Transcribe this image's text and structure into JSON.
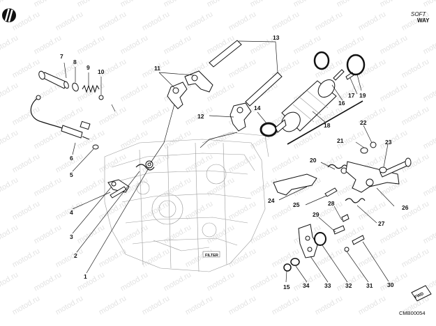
{
  "watermark_text": "motod.ru",
  "brand": {
    "line1": "SOFT",
    "line2": "WAY"
  },
  "diagram_code": "CMB00054",
  "engine_label": "FILTER",
  "fwd_label": "FWD",
  "callouts": [
    {
      "id": "c1",
      "text": "1"
    },
    {
      "id": "c2",
      "text": "2"
    },
    {
      "id": "c3",
      "text": "3"
    },
    {
      "id": "c4",
      "text": "4"
    },
    {
      "id": "c5",
      "text": "5"
    },
    {
      "id": "c6",
      "text": "6"
    },
    {
      "id": "c7",
      "text": "7"
    },
    {
      "id": "c8",
      "text": "8"
    },
    {
      "id": "c9",
      "text": "9"
    },
    {
      "id": "c10",
      "text": "10"
    },
    {
      "id": "c11",
      "text": "11"
    },
    {
      "id": "c12",
      "text": "12"
    },
    {
      "id": "c13",
      "text": "13"
    },
    {
      "id": "c14",
      "text": "14"
    },
    {
      "id": "c15",
      "text": "15"
    },
    {
      "id": "c16",
      "text": "16"
    },
    {
      "id": "c17",
      "text": "17"
    },
    {
      "id": "c18",
      "text": "18"
    },
    {
      "id": "c19",
      "text": "19"
    },
    {
      "id": "c20",
      "text": "20"
    },
    {
      "id": "c21",
      "text": "21"
    },
    {
      "id": "c22",
      "text": "22"
    },
    {
      "id": "c23",
      "text": "23"
    },
    {
      "id": "c24",
      "text": "24"
    },
    {
      "id": "c25",
      "text": "25"
    },
    {
      "id": "c26",
      "text": "26"
    },
    {
      "id": "c27",
      "text": "27"
    },
    {
      "id": "c28",
      "text": "28"
    },
    {
      "id": "c29",
      "text": "29"
    },
    {
      "id": "c30",
      "text": "30"
    },
    {
      "id": "c31",
      "text": "31"
    },
    {
      "id": "c32",
      "text": "32"
    },
    {
      "id": "c33",
      "text": "33"
    },
    {
      "id": "c34",
      "text": "34"
    }
  ]
}
